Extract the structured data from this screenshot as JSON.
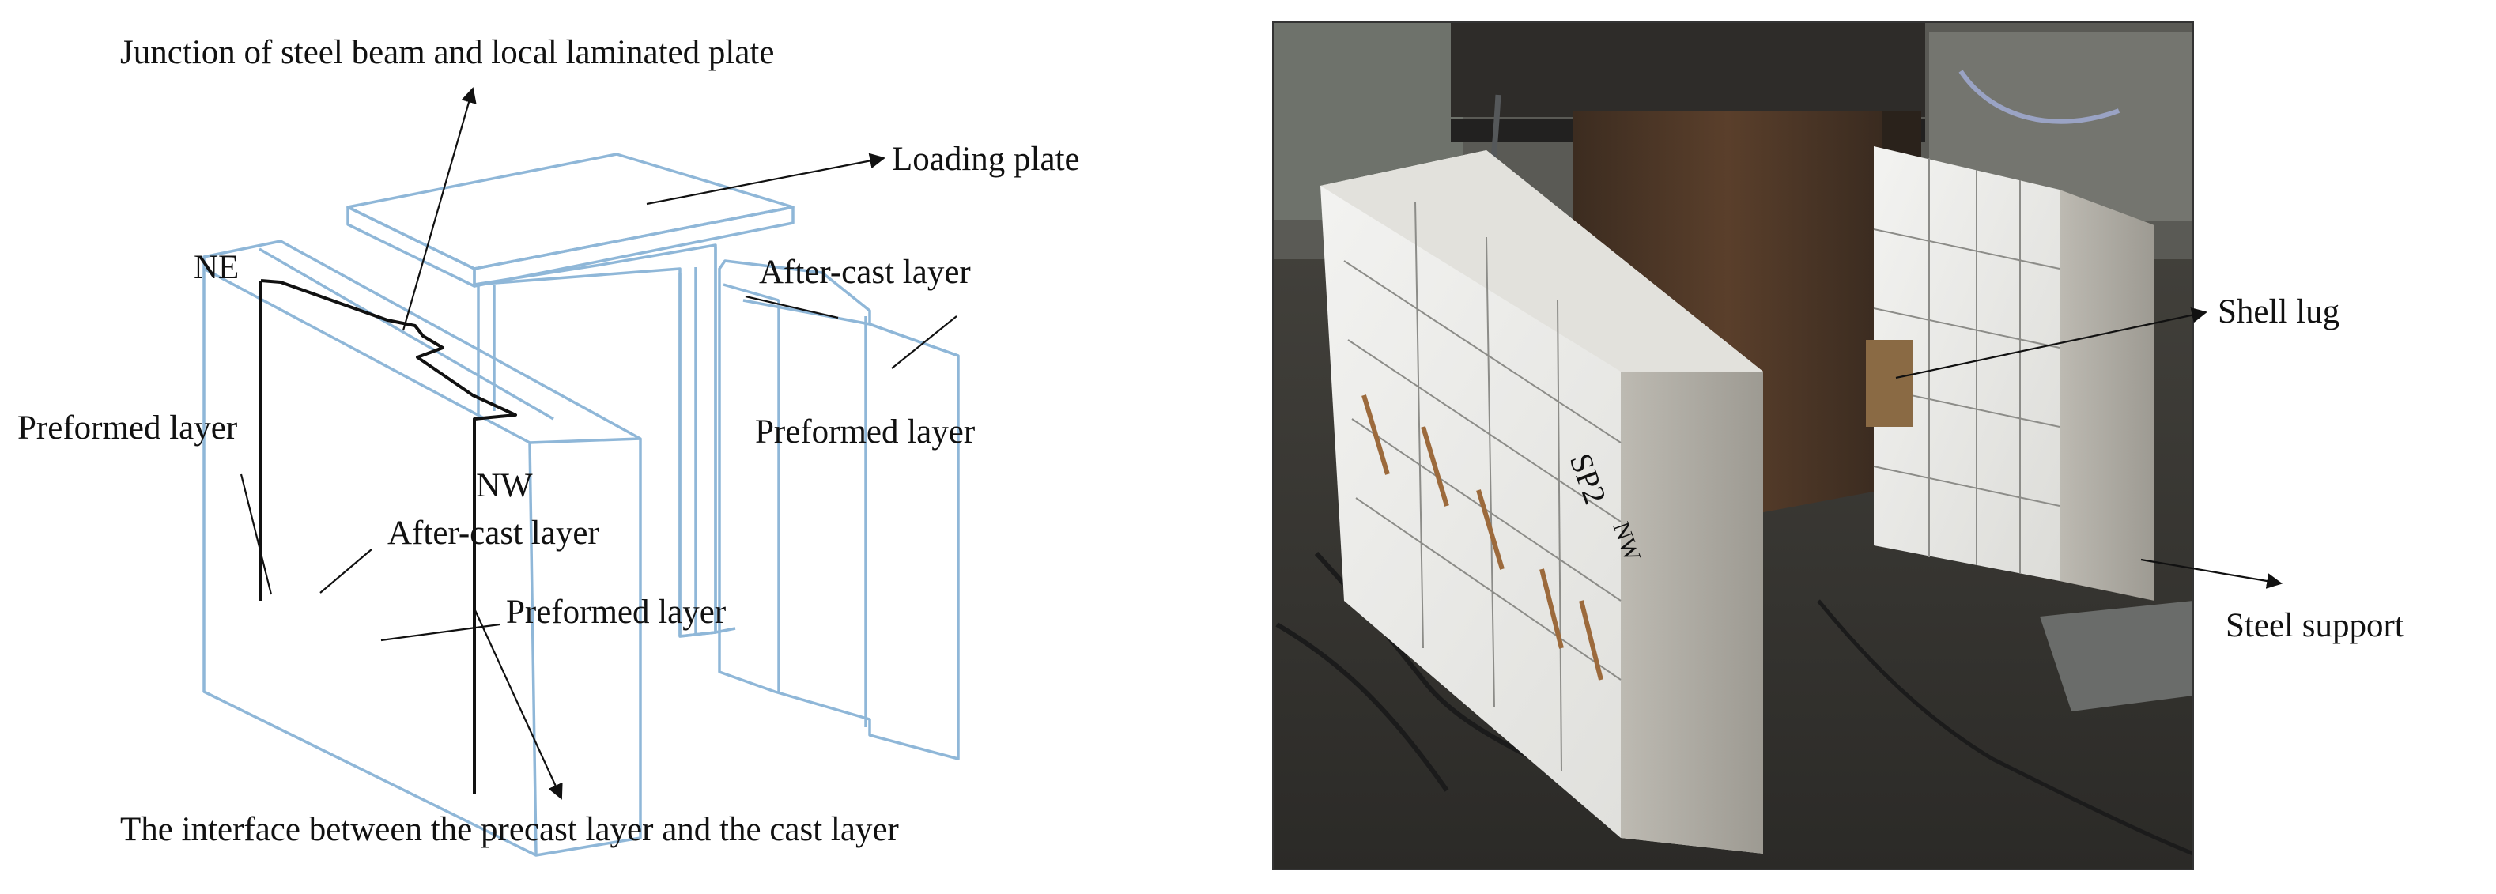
{
  "diagram": {
    "labels": {
      "junction": "Junction of steel beam and local laminated plate",
      "loading_plate": "Loading plate",
      "after_cast_right": "After-cast layer",
      "ne": "NE",
      "preformed_left": "Preformed layer",
      "preformed_right": "Preformed layer",
      "nw": "NW",
      "after_cast_center": "After-cast layer",
      "preformed_center": "Preformed layer",
      "interface": "The interface between the precast layer and the cast layer"
    }
  },
  "photo": {
    "specimen_mark_line1": "SP2",
    "specimen_mark_line2": "NW",
    "labels": {
      "shell_lug": "Shell lug",
      "steel_support": "Steel support"
    }
  },
  "colors": {
    "wireframe": "#8fb7d8",
    "ink": "#111111"
  }
}
